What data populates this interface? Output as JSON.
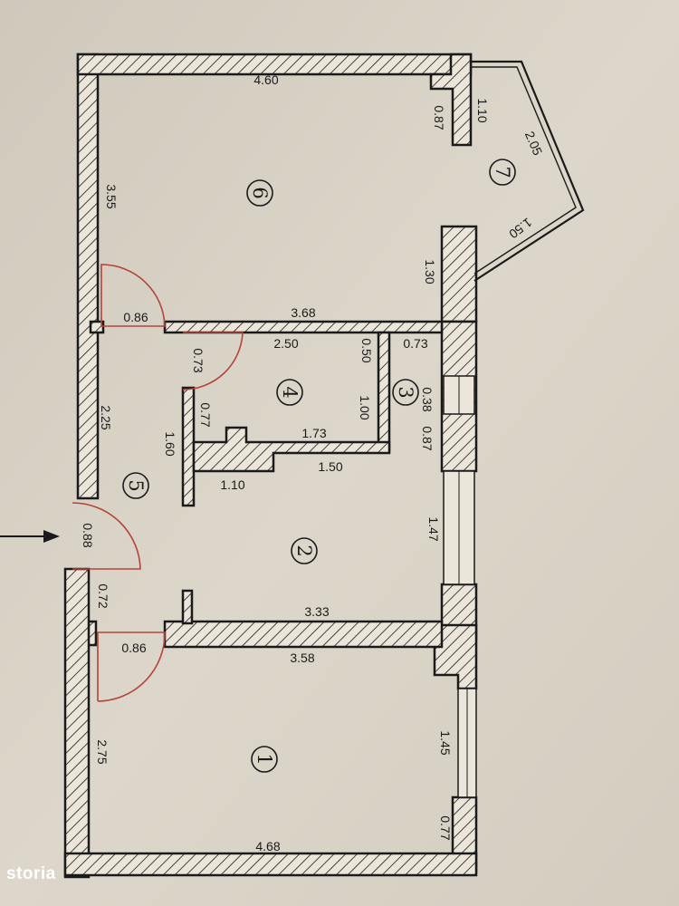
{
  "rooms": [
    "1",
    "2",
    "3",
    "4",
    "5",
    "6",
    "7"
  ],
  "room6": {
    "top": "4.60",
    "left": "3.55",
    "niche_depth": "0.87",
    "niche_right": "1.10",
    "right_lower": "1.30",
    "door": "0.86"
  },
  "room7": {
    "diag": "2.05",
    "bottom": "1.50"
  },
  "room4": {
    "top": "3.68",
    "inner_top": "2.50",
    "door": "0.73",
    "left": "0.77",
    "right": "1.00",
    "bottom": "1.73",
    "step": "0.50"
  },
  "room3": {
    "top": "0.73",
    "a": "0.38",
    "b": "0.87"
  },
  "room5": {
    "height": "2.25",
    "left": "1.60",
    "bottom": "1.10",
    "entry": "0.88",
    "lower": "0.72",
    "door": "0.86"
  },
  "room2": {
    "width_inner": "1.50",
    "right": "1.47",
    "bottom": "3.33"
  },
  "room1": {
    "top": "3.58",
    "left": "2.75",
    "right": "1.45",
    "right_lower": "0.77",
    "bottom": "4.68"
  },
  "watermark": "storia"
}
